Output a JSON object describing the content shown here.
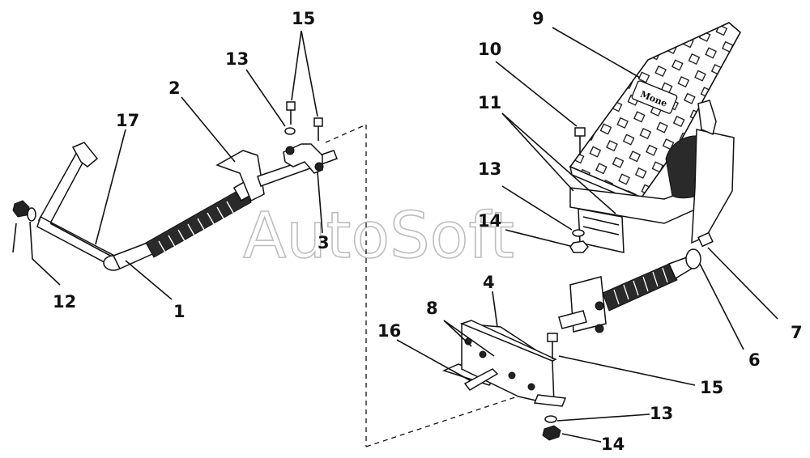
{
  "watermark": "AutoSoft",
  "callouts": {
    "c1": "1",
    "c2": "2",
    "c3": "3",
    "c4": "4",
    "c6": "6",
    "c7": "7",
    "c8": "8",
    "c9": "9",
    "c10": "10",
    "c11": "11",
    "c12": "12",
    "c13a": "13",
    "c13b": "13",
    "c13c": "13",
    "c14a": "14",
    "c14b": "14",
    "c15a": "15",
    "c15b": "15",
    "c16": "16",
    "c17": "17"
  },
  "pedal_label": "Mone"
}
